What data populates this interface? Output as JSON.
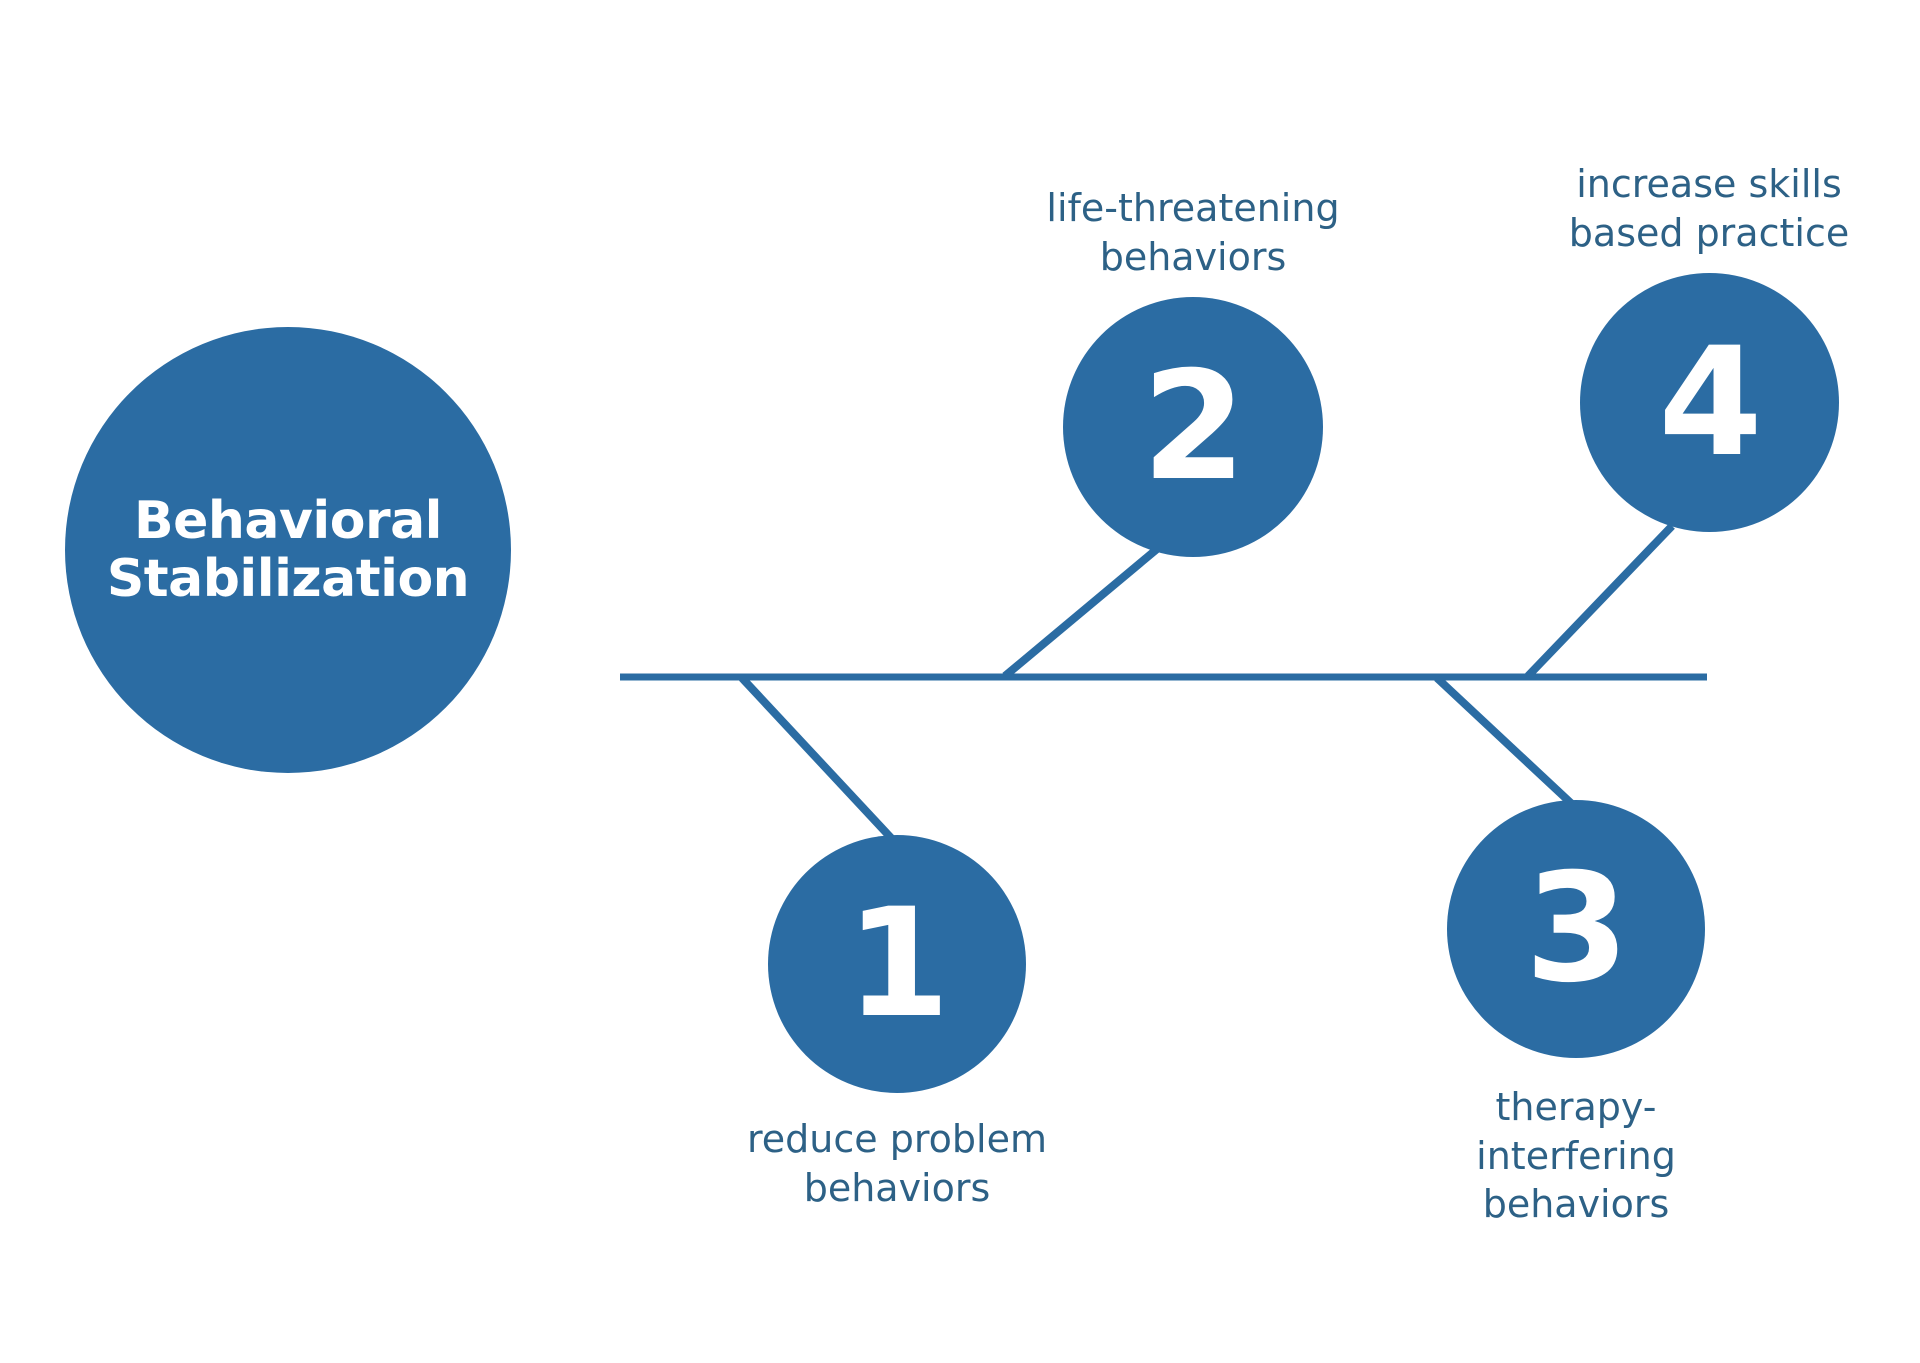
{
  "diagram": {
    "type": "fishbone",
    "title": "Behavioral Stabilization",
    "background_color": "#FFFFFF",
    "accent_color": "#2B6CA3",
    "label_color": "#2D6186",
    "number_color": "#FFFFFF",
    "spine": {
      "label": "main-spine",
      "stroke_color": "#2B6CA3",
      "stroke_width": 7
    },
    "main_node": {
      "label": "Behavioral\nStabilization",
      "line_1": "Behavioral",
      "line_2": "Stabilization",
      "shape": "circle",
      "fill": "#2B6CA3",
      "text_color": "#FFFFFF"
    },
    "branches": [
      {
        "number": "1",
        "label": "reduce problem\nbehaviors",
        "position": "below",
        "fill": "#2B6CA3",
        "text_color": "#FFFFFF",
        "label_color": "#2D6186"
      },
      {
        "number": "2",
        "label": "life-threatening\nbehaviors",
        "position": "above",
        "fill": "#2B6CA3",
        "text_color": "#FFFFFF",
        "label_color": "#2D6186"
      },
      {
        "number": "3",
        "label": "therapy-\ninterfering\nbehaviors",
        "position": "below",
        "fill": "#2B6CA3",
        "text_color": "#FFFFFF",
        "label_color": "#2D6186"
      },
      {
        "number": "4",
        "label": "increase skills\nbased practice",
        "position": "above",
        "fill": "#2B6CA3",
        "text_color": "#FFFFFF",
        "label_color": "#2D6186"
      }
    ]
  }
}
